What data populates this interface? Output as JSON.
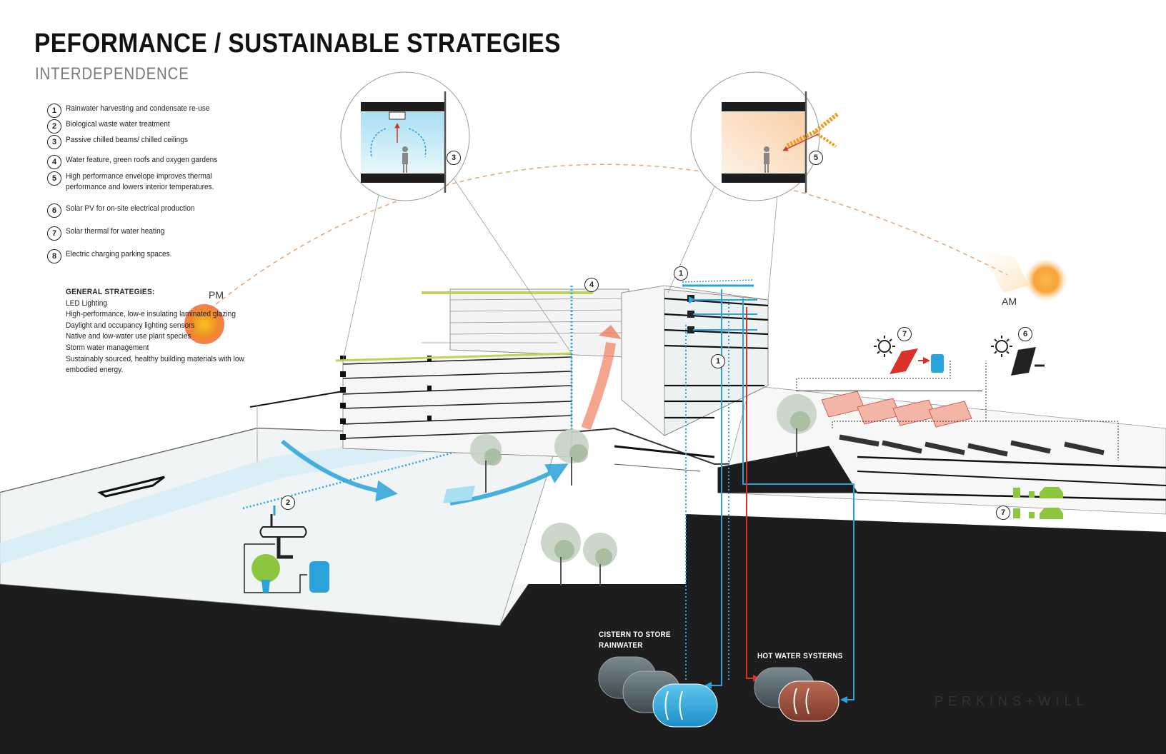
{
  "header": {
    "title": "PEFORMANCE / SUSTAINABLE STRATEGIES",
    "subtitle": "INTERDEPENDENCE"
  },
  "legend": [
    {
      "num": "1",
      "text": "Rainwater harvesting and condensate re-use"
    },
    {
      "num": "2",
      "text": "Biological waste water treatment"
    },
    {
      "num": "3",
      "text": "Passive chilled beams/ chilled ceilings"
    },
    {
      "num": "4",
      "text": "Water feature, green roofs and oxygen gardens"
    },
    {
      "num": "5",
      "text": "High performance envelope improves thermal performance and lowers interior temperatures."
    },
    {
      "num": "6",
      "text": "Solar PV for on-site electrical production"
    },
    {
      "num": "7",
      "text": "Solar thermal for water heating"
    },
    {
      "num": "8",
      "text": "Electric charging parking spaces."
    }
  ],
  "general_strategies": {
    "heading": "GENERAL STRATEGIES:",
    "items": [
      "LED Lighting",
      "High-performance, low-e insulating laminated glazing",
      "Daylight and occupancy lighting sensors",
      "Native and low-water use plant species",
      "Storm water management",
      "Sustainably sourced, healthy building materials with low",
      "embodied energy."
    ]
  },
  "sun_labels": {
    "pm": "PM",
    "am": "AM"
  },
  "diagram_badges": {
    "b3": "3",
    "b5": "5",
    "b4": "4",
    "b1_top": "1",
    "b1_mid": "1",
    "b2": "2",
    "b7_top": "7",
    "b6": "6",
    "b7_bottom": "7"
  },
  "tanks": {
    "cistern_line1": "CISTERN TO STORE",
    "cistern_line2": "RAINWATER",
    "hot_water": "HOT WATER SYSTERNS"
  },
  "brand": "PERKINS+WILL",
  "colors": {
    "water_blue": "#29a3d9",
    "hot_red": "#d9322b",
    "sun_orange": "#f29a1f",
    "ground_black": "#1d1d1d",
    "green_roof": "#b9d65a",
    "ev_green": "#8cc63f"
  }
}
